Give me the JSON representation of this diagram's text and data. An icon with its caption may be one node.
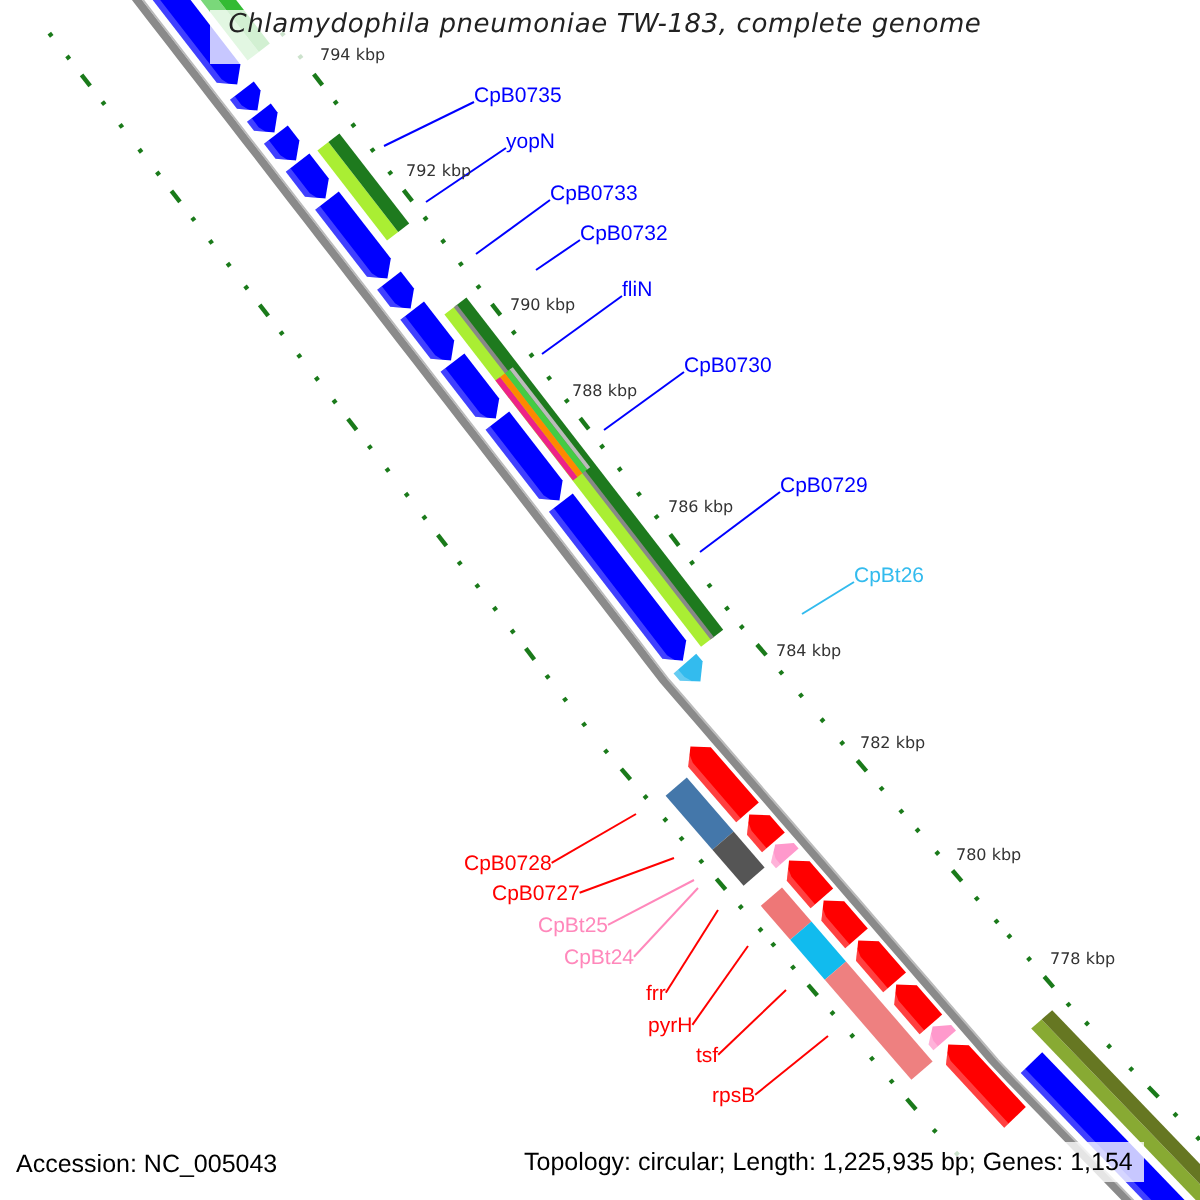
{
  "diagram": {
    "title": "Chlamydophila pneumoniae TW-183, complete genome",
    "nodes": [
      {
        "text": [
          "CpB0735"
        ]
      },
      {
        "text": [
          "yopN"
        ]
      },
      {
        "text": [
          "CpB0733"
        ]
      },
      {
        "text": [
          "CpB0732"
        ]
      },
      {
        "text": [
          "fliN"
        ]
      },
      {
        "text": [
          "CpB0730"
        ]
      },
      {
        "text": [
          "CpB0729"
        ]
      },
      {
        "text": [
          "CpBt26"
        ]
      },
      {
        "text": [
          "CpB0728"
        ]
      },
      {
        "text": [
          "CpB0727"
        ]
      },
      {
        "text": [
          "CpBt25"
        ]
      },
      {
        "text": [
          "CpBt24"
        ]
      },
      {
        "text": [
          "frr"
        ]
      },
      {
        "text": [
          "pyrH"
        ]
      },
      {
        "text": [
          "tsf"
        ]
      },
      {
        "text": [
          "rpsB"
        ]
      }
    ],
    "edges": [
      {
        "from": 0,
        "to": null,
        "arrow": "none"
      },
      {
        "from": 1,
        "to": null,
        "arrow": "none"
      },
      {
        "from": 2,
        "to": null,
        "arrow": "none"
      },
      {
        "from": 3,
        "to": null,
        "arrow": "none"
      },
      {
        "from": 4,
        "to": null,
        "arrow": "none"
      },
      {
        "from": 5,
        "to": null,
        "arrow": "none"
      },
      {
        "from": 6,
        "to": null,
        "arrow": "none"
      },
      {
        "from": 7,
        "to": null,
        "arrow": "none",
        "color": "#33bbee"
      },
      {
        "from": 8,
        "to": null,
        "arrow": "none",
        "color": "#ff0000"
      },
      {
        "from": 9,
        "to": null,
        "arrow": "none",
        "color": "#ff0000"
      },
      {
        "from": 10,
        "to": null,
        "arrow": "none",
        "color": "#ff88bb"
      },
      {
        "from": 11,
        "to": null,
        "arrow": "none",
        "color": "#ff88bb"
      },
      {
        "from": 12,
        "to": null,
        "arrow": "none",
        "color": "#ff0000"
      },
      {
        "from": 13,
        "to": null,
        "arrow": "none",
        "color": "#ff0000"
      },
      {
        "from": 14,
        "to": null,
        "arrow": "none",
        "color": "#ff0000"
      },
      {
        "from": 15,
        "to": null,
        "arrow": "none",
        "color": "#ff0000"
      }
    ],
    "labels": [
      "794 kbp",
      "792 kbp",
      "790 kbp",
      "788 kbp",
      "786 kbp",
      "784 kbp",
      "782 kbp",
      "780 kbp",
      "778 kbp",
      "Accession: NC_005043",
      "Topology: circular; Length: 1,225,935 bp; Genes: 1,154"
    ]
  }
}
